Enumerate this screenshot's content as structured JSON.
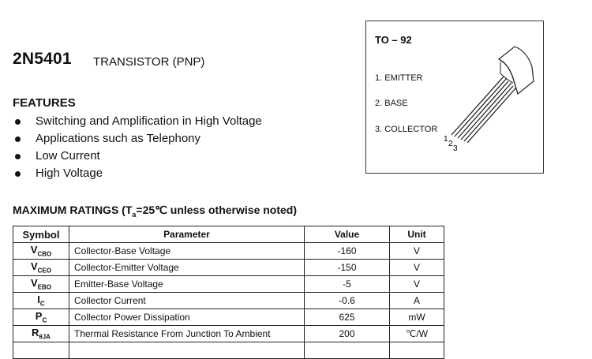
{
  "part": {
    "number": "2N5401",
    "type": "TRANSISTOR (PNP)"
  },
  "features": {
    "heading": "FEATURES",
    "items": [
      "Switching and Amplification in High Voltage",
      "Applications such as Telephony",
      "Low Current",
      "High Voltage"
    ]
  },
  "package": {
    "name": "TO – 92",
    "pins": [
      "1. EMITTER",
      "2. BASE",
      "3. COLLECTOR"
    ],
    "pin_numbers": [
      "1",
      "2",
      "3"
    ]
  },
  "ratings": {
    "heading_pre": "MAXIMUM RATINGS (T",
    "heading_sub": "a",
    "heading_post": "=25℃ unless otherwise noted)",
    "columns": [
      "Symbol",
      "Parameter",
      "Value",
      "Unit"
    ],
    "rows": [
      {
        "sym": "V",
        "sub": "CBO",
        "param": "Collector-Base Voltage",
        "value": "-160",
        "unit": "V"
      },
      {
        "sym": "V",
        "sub": "CEO",
        "param": "Collector-Emitter Voltage",
        "value": "-150",
        "unit": "V"
      },
      {
        "sym": "V",
        "sub": "EBO",
        "param": "Emitter-Base Voltage",
        "value": "-5",
        "unit": "V"
      },
      {
        "sym": "I",
        "sub": "C",
        "param": "Collector Current",
        "value": "-0.6",
        "unit": "A"
      },
      {
        "sym": "P",
        "sub": "C",
        "param": "Collector Power Dissipation",
        "value": "625",
        "unit": "mW"
      },
      {
        "sym": "R",
        "sub": "θJA",
        "param": "Thermal Resistance From Junction To Ambient",
        "value": "200",
        "unit": "℃/W"
      },
      {
        "sym": "",
        "sub": "",
        "param": "",
        "value": "",
        "unit": ""
      }
    ]
  }
}
